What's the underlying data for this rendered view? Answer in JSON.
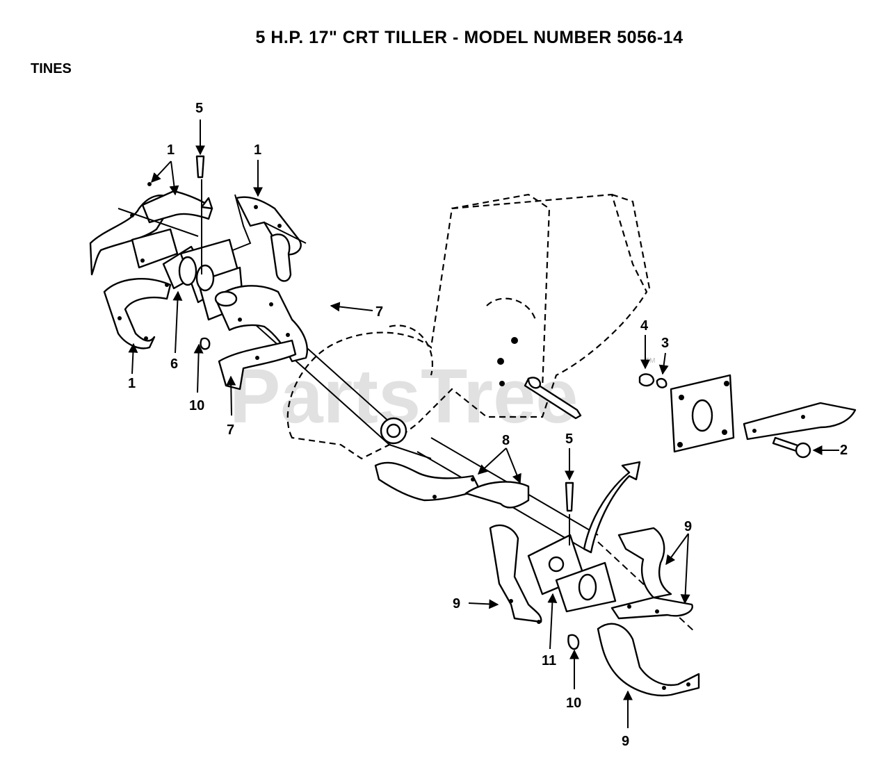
{
  "title": "5 H.P.  17\" CRT TILLER - MODEL NUMBER 5056-14",
  "section": "TINES",
  "watermark": "PartsTree",
  "watermark_tm": "TM",
  "callouts": {
    "c1a": "1",
    "c1b": "1",
    "c1c": "1",
    "c5a": "5",
    "c5b": "5",
    "c6": "6",
    "c7a": "7",
    "c7b": "7",
    "c10a": "10",
    "c10b": "10",
    "c4": "4",
    "c3": "3",
    "c2": "2",
    "c8": "8",
    "c9a": "9",
    "c9b": "9",
    "c9c": "9",
    "c11": "11"
  }
}
